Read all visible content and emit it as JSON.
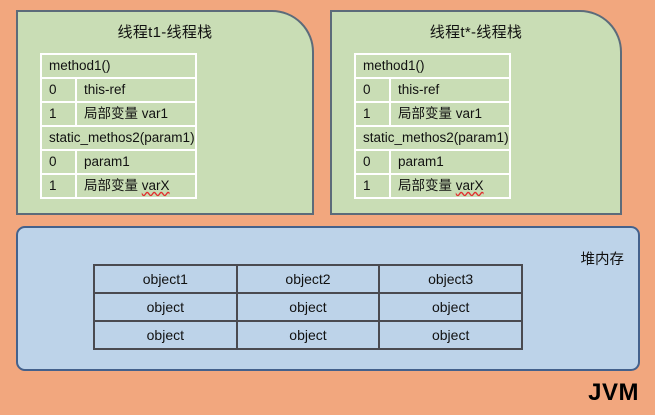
{
  "diagram": {
    "container_label": "JVM",
    "colors": {
      "jvm_background": "#F2A77E",
      "stack_panel_background": "#C9DDB5",
      "stack_panel_border": "#5C6B7A",
      "stack_table_border": "#FFFFFF",
      "heap_panel_background": "#BDD3E9",
      "heap_panel_border": "#44618C",
      "heap_table_border": "#4A4A50",
      "text": "#111111",
      "misspelled_underline": "#E03030"
    }
  },
  "stacks": [
    {
      "title": "线程t1-线程栈",
      "rows": [
        {
          "kind": "frame",
          "index": "",
          "label": "method1()"
        },
        {
          "kind": "slot",
          "index": "0",
          "label": "this-ref"
        },
        {
          "kind": "slot",
          "index": "1",
          "label": "局部变量 var1"
        },
        {
          "kind": "frame",
          "index": "",
          "label": "static_methos2(param1)"
        },
        {
          "kind": "slot",
          "index": "0",
          "label": "param1"
        },
        {
          "kind": "slot",
          "index": "1",
          "label": "局部变量 varX",
          "misspelled": "varX"
        }
      ]
    },
    {
      "title": "线程t*-线程栈",
      "rows": [
        {
          "kind": "frame",
          "index": "",
          "label": "method1()"
        },
        {
          "kind": "slot",
          "index": "0",
          "label": "this-ref"
        },
        {
          "kind": "slot",
          "index": "1",
          "label": "局部变量 var1"
        },
        {
          "kind": "frame",
          "index": "",
          "label": "static_methos2(param1)"
        },
        {
          "kind": "slot",
          "index": "0",
          "label": "param1"
        },
        {
          "kind": "slot",
          "index": "1",
          "label": "局部变量 varX",
          "misspelled": "varX"
        }
      ]
    }
  ],
  "heap": {
    "label": "堆内存",
    "table": [
      [
        "object1",
        "object2",
        "object3"
      ],
      [
        "object",
        "object",
        "object"
      ],
      [
        "object",
        "object",
        "object"
      ]
    ]
  }
}
